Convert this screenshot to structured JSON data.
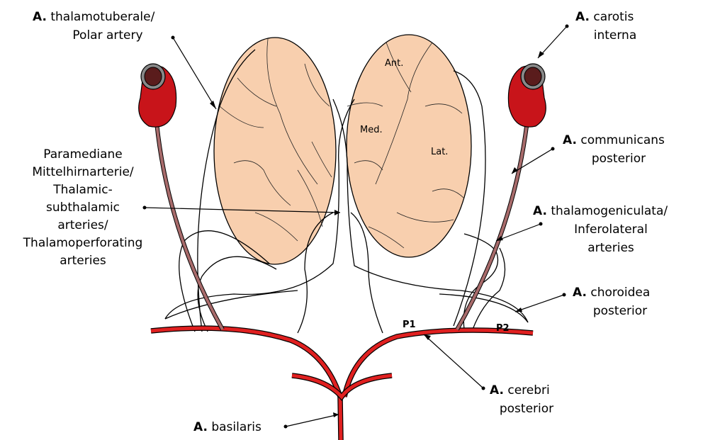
{
  "labels": {
    "thalamotuberale": {
      "prefix": "A.",
      "line1_rest": " thalamotuberale/",
      "line2": "Polar artery"
    },
    "carotis": {
      "prefix": "A.",
      "line1_rest": " carotis",
      "line2": "interna"
    },
    "paramediane": {
      "lines": [
        "Paramediane",
        "Mittelhirnarterie/",
        "Thalamic-",
        "subthalamic",
        "arteries/",
        "Thalamoperforating",
        "arteries"
      ]
    },
    "communicans": {
      "prefix": "A.",
      "line1_rest": " communicans",
      "line2": "posterior"
    },
    "thalamogeniculata": {
      "prefix": "A.",
      "line1_rest": " thalamogeniculata/",
      "line2": "Inferolateral",
      "line3": "arteries"
    },
    "choroidea": {
      "prefix": "A.",
      "line1_rest": " choroidea",
      "line2": "posterior"
    },
    "cerebri": {
      "prefix": "A.",
      "line1_rest": " cerebri",
      "line2": "posterior"
    },
    "basilaris": {
      "prefix": "A.",
      "line1_rest": " basilaris"
    }
  },
  "regions": {
    "ant": "Ant.",
    "med": "Med.",
    "lat": "Lat."
  },
  "segments": {
    "p1": "P1",
    "p2": "P2"
  },
  "colors": {
    "thalamus_fill": "#f8cfae",
    "artery_red": "#e02020",
    "pcom_color": "#a86b6b"
  }
}
